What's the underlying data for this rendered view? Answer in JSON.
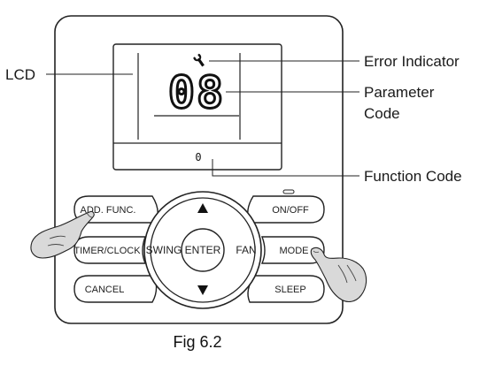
{
  "labels": {
    "lcd": "LCD",
    "error_indicator": "Error Indicator",
    "parameter_code_line1": "Parameter",
    "parameter_code_line2": "Code",
    "function_code": "Function Code"
  },
  "display": {
    "parameter_value": "08",
    "function_value": "0",
    "error_icon": "wrench-icon"
  },
  "buttons": {
    "add_func": "ADD. FUNC.",
    "timer_clock": "TIMER/CLOCK",
    "cancel": "CANCEL",
    "on_off": "ON/OFF",
    "mode": "MODE",
    "sleep": "SLEEP"
  },
  "wheel": {
    "center": "ENTER",
    "left": "SWING",
    "right": "FAN",
    "up_icon": "triangle-up-icon",
    "down_icon": "triangle-down-icon"
  },
  "caption": "Fig 6.2"
}
